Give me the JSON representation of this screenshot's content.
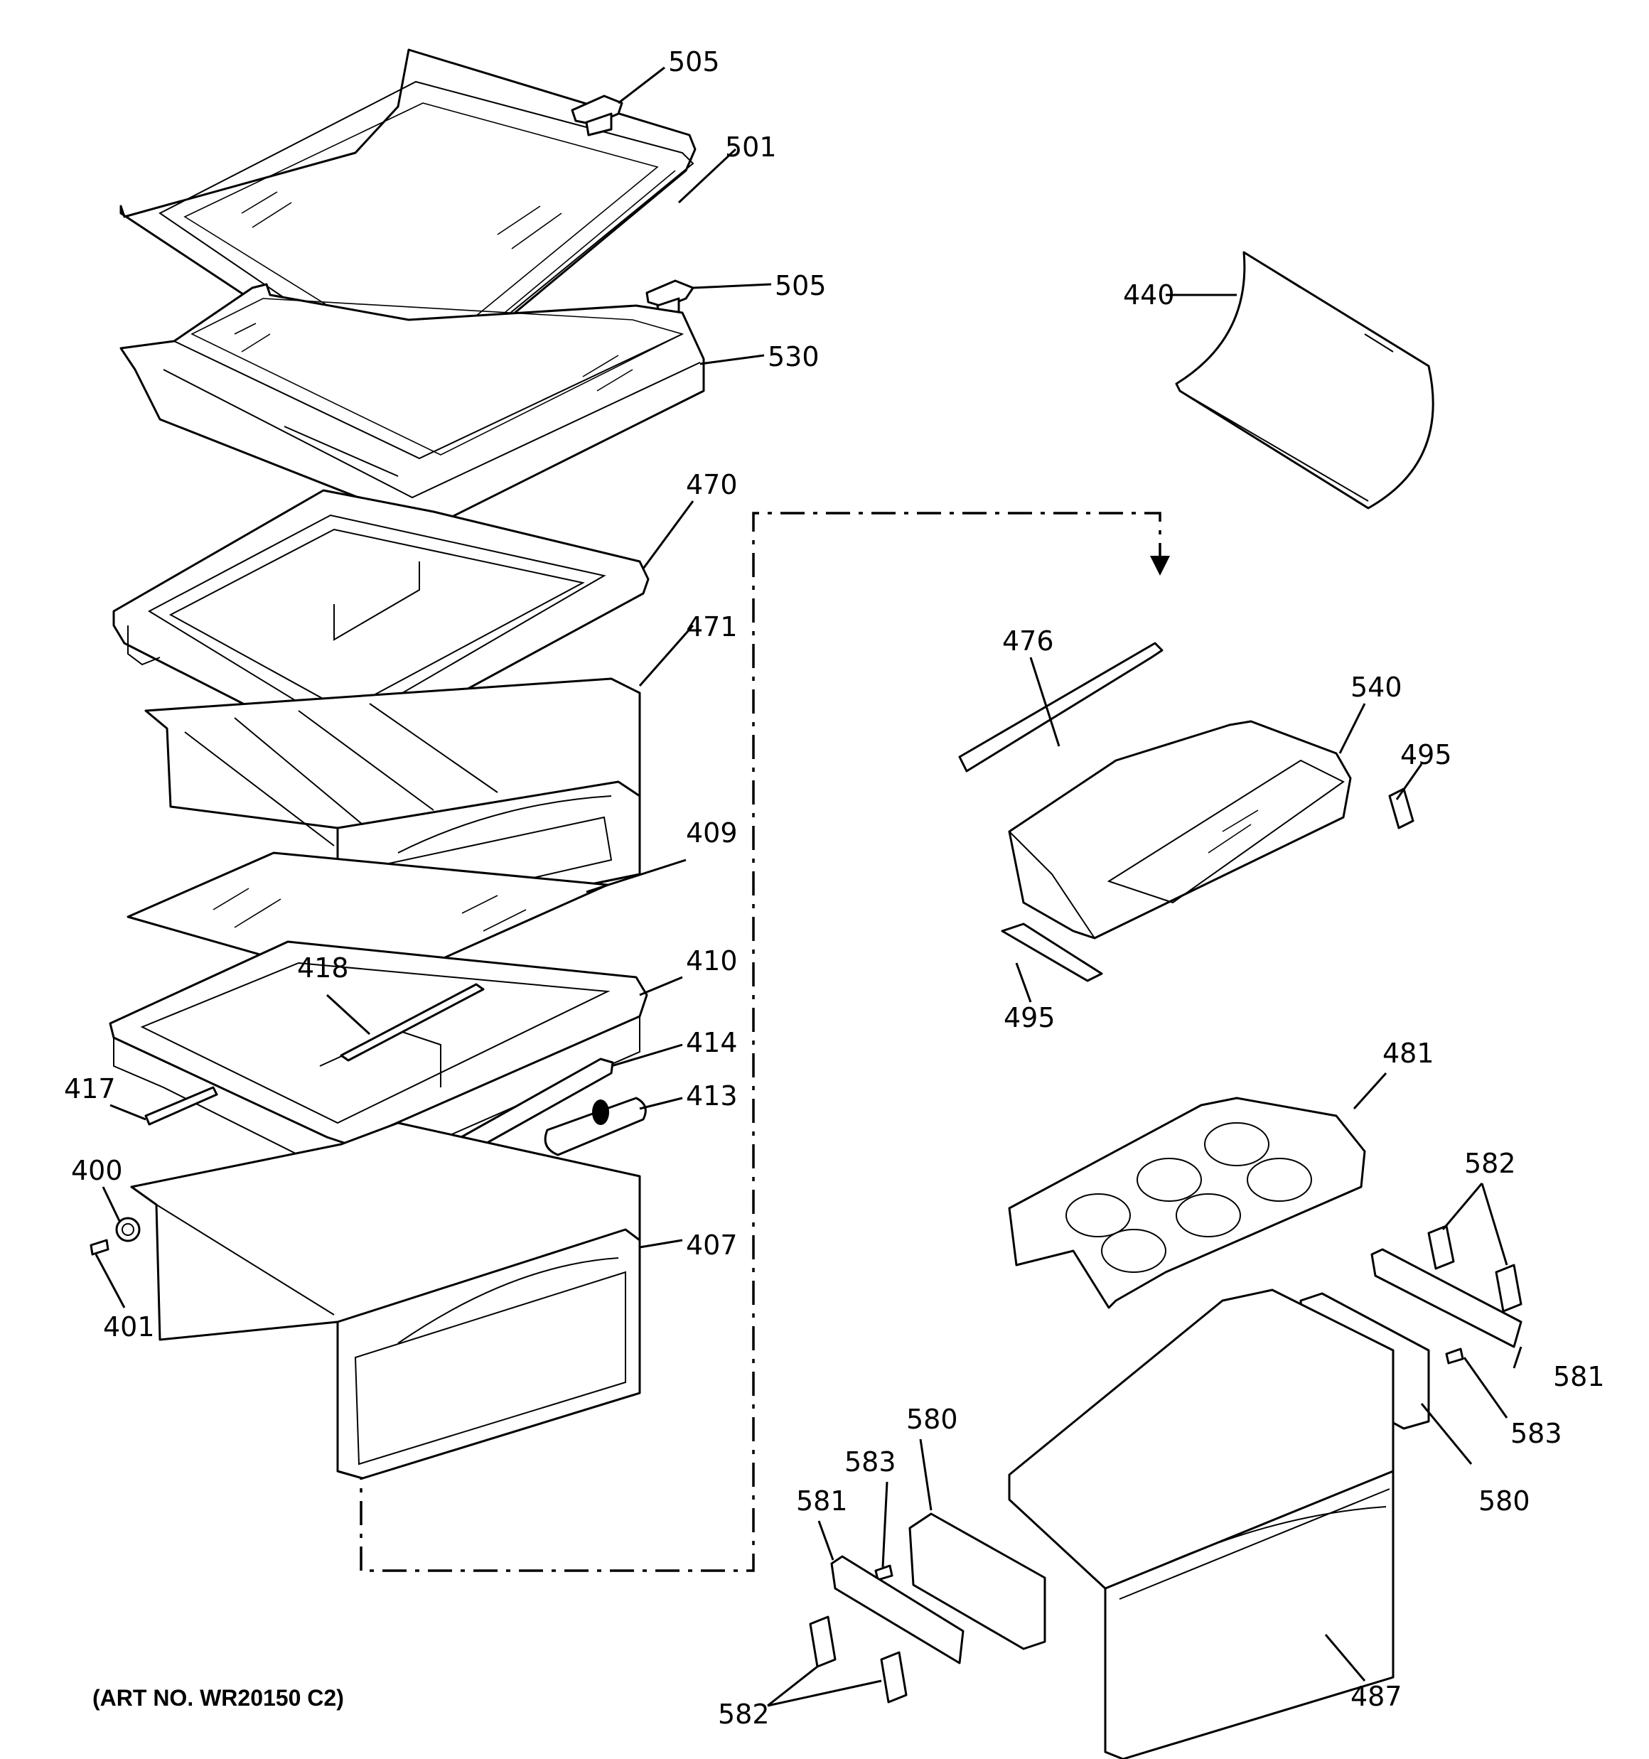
{
  "art_number": "(ART NO. WR20150 C2)",
  "callouts": [
    "505",
    "501",
    "505",
    "530",
    "440",
    "470",
    "471",
    "476",
    "540",
    "495",
    "409",
    "495",
    "418",
    "410",
    "414",
    "417",
    "413",
    "400",
    "481",
    "582",
    "407",
    "401",
    "581",
    "583",
    "580",
    "583",
    "581",
    "580",
    "487",
    "582"
  ]
}
